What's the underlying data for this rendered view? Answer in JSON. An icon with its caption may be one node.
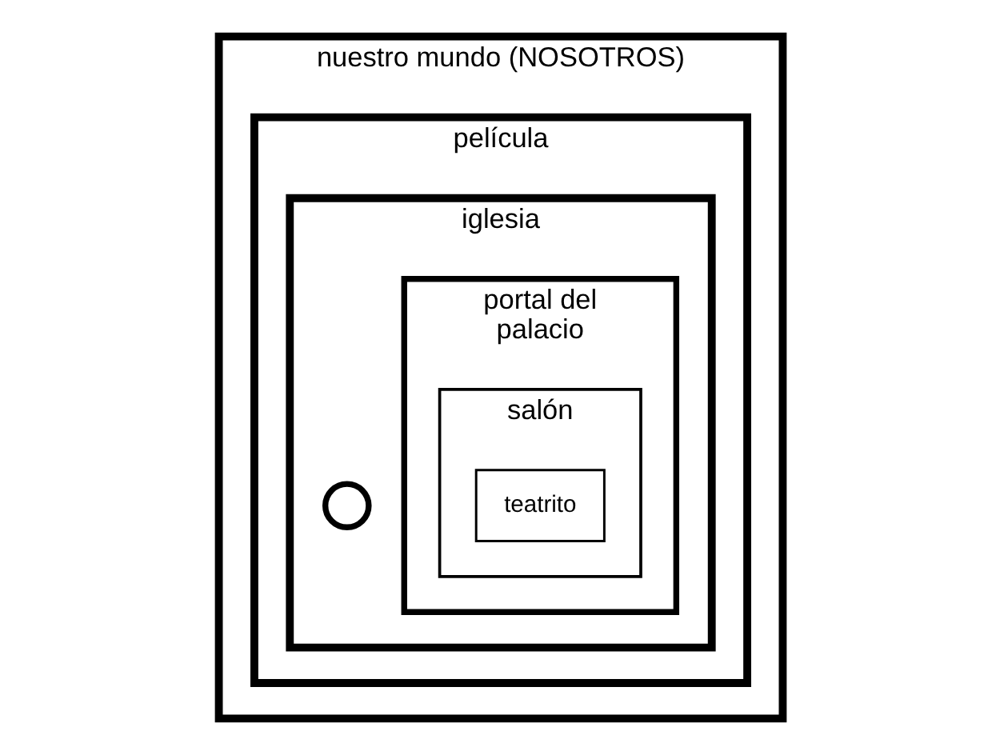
{
  "diagram": {
    "nodes": [
      {
        "text": [
          "nuestro mundo (NOSOTROS)"
        ]
      },
      {
        "text": [
          "película"
        ],
        "in": 0
      },
      {
        "text": [
          "iglesia"
        ],
        "in": 1
      },
      {
        "text": [],
        "shape": "circle",
        "in": 2
      },
      {
        "text": [
          "portal del",
          "palacio"
        ],
        "in": 2
      },
      {
        "text": [
          "salón"
        ],
        "in": 4
      },
      {
        "text": [
          "teatrito"
        ],
        "in": 5
      }
    ]
  }
}
